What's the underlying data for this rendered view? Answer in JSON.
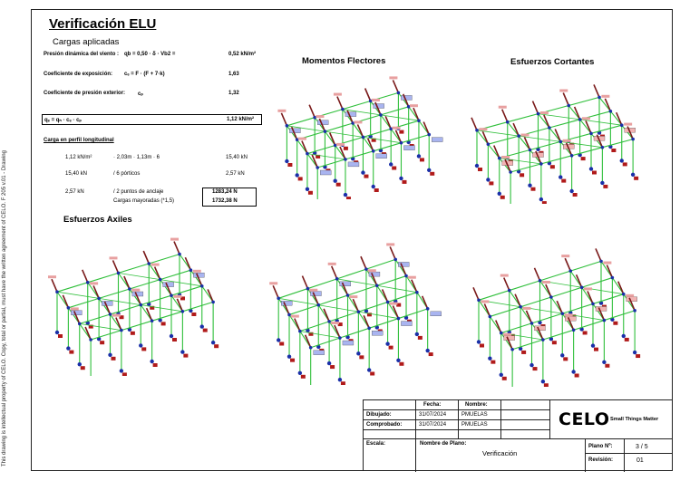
{
  "side_note": "This drawing is intellectual property of CELO. Copy, total or partial, must have the written agreement of CELO. F 205 v.01 - Drawing",
  "title": "Verificación ELU",
  "subtitle": "Cargas aplicadas",
  "rows": {
    "r1_label": "Presión dinámica del viento :",
    "r1_formula": "ɋb = 0,50 · δ · Vb2 =",
    "r1_value": "0,52 kN/m²",
    "r2_label": "Coeficiente de exposición:",
    "r2_formula": "cₑ = F · (F + 7·k)",
    "r2_value": "1,63",
    "r3_label": "Coeficiente de presión exterior:",
    "r3_formula": "cₚ",
    "r3_value": "1,32",
    "r4_formula": "qₑ = qₙ · cₑ · cₚ",
    "r4_value": "1,12 kN/m²"
  },
  "perfil": {
    "title": "Carga en perfil longitudinal",
    "l1a": "1,12 kN/m²",
    "l1b": "· 2,03m · 1,13m · 6",
    "l1c": "15,40 kN",
    "l2a": "15,40 kN",
    "l2b": "/ 6 pórticos",
    "l2c": "2,57 kN",
    "l3a": "2,57 kN",
    "l3b": "/ 2 puntos de anclaje",
    "l3c": "1283,24 N",
    "l4b": "Cargas mayoradas (*1,5)",
    "l4c": "1732,38 N"
  },
  "headings": {
    "momentos": "Momentos Flectores",
    "cortantes": "Esfuerzos Cortantes",
    "axiles": "Esfuerzos Axiles"
  },
  "title_block": {
    "fecha_h": "Fecha:",
    "nombre_h": "Nombre:",
    "dibujado_l": "Dibujado:",
    "dibujado_fecha": "31/07/2024",
    "dibujado_nombre": "PMUELAS",
    "comprobado_l": "Comprobado:",
    "comprobado_fecha": "31/07/2024",
    "comprobado_nombre": "PMUELAS",
    "escala_l": "Escala:",
    "nombre_plano_l": "Nombre de Plano:",
    "nombre_plano": "Verificación",
    "plano_l": "Plano Nº:",
    "plano_v": "3 / 5",
    "revision_l": "Revisión:",
    "revision_v": "01",
    "logo": "CELO",
    "slogan": "Small Things Matter"
  }
}
